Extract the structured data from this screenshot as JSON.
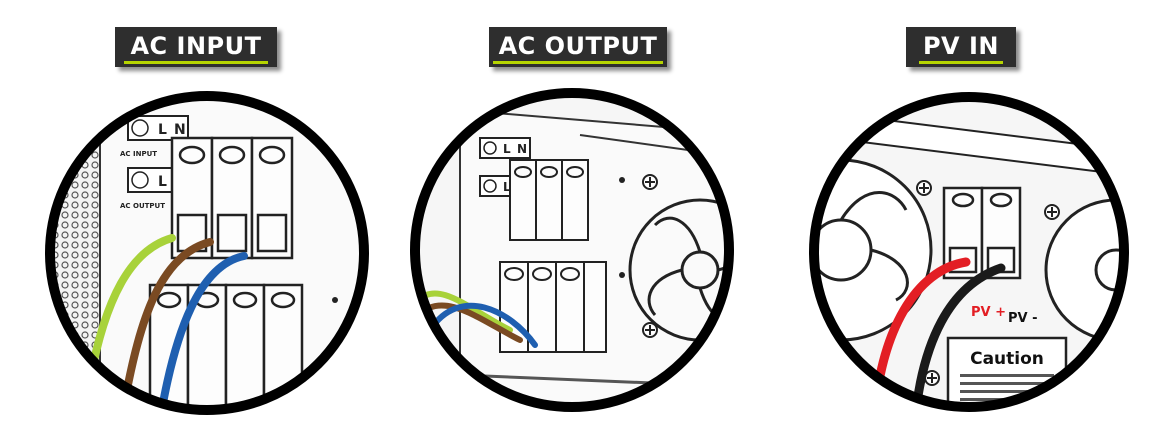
{
  "panels": [
    {
      "title": "AC INPUT"
    },
    {
      "title": "AC OUTPUT"
    },
    {
      "title": "PV IN"
    }
  ],
  "terminal_marks": {
    "ac_input": "AC INPUT",
    "ac_output": "AC OUTPUT",
    "line": "L",
    "neutral": "N"
  },
  "pv_labels": {
    "positive": "PV +",
    "negative": "PV -"
  },
  "caution": {
    "title": "Caution"
  },
  "colors": {
    "badge_bg": "#2e2e2e",
    "badge_underline": "#b6d400",
    "ring": "#000000",
    "wire_ground": "#a8d23a",
    "wire_live": "#7a4a22",
    "wire_neutral": "#1f5fb0",
    "wire_pv_positive": "#e31e24",
    "wire_pv_negative": "#1a1a1a"
  }
}
